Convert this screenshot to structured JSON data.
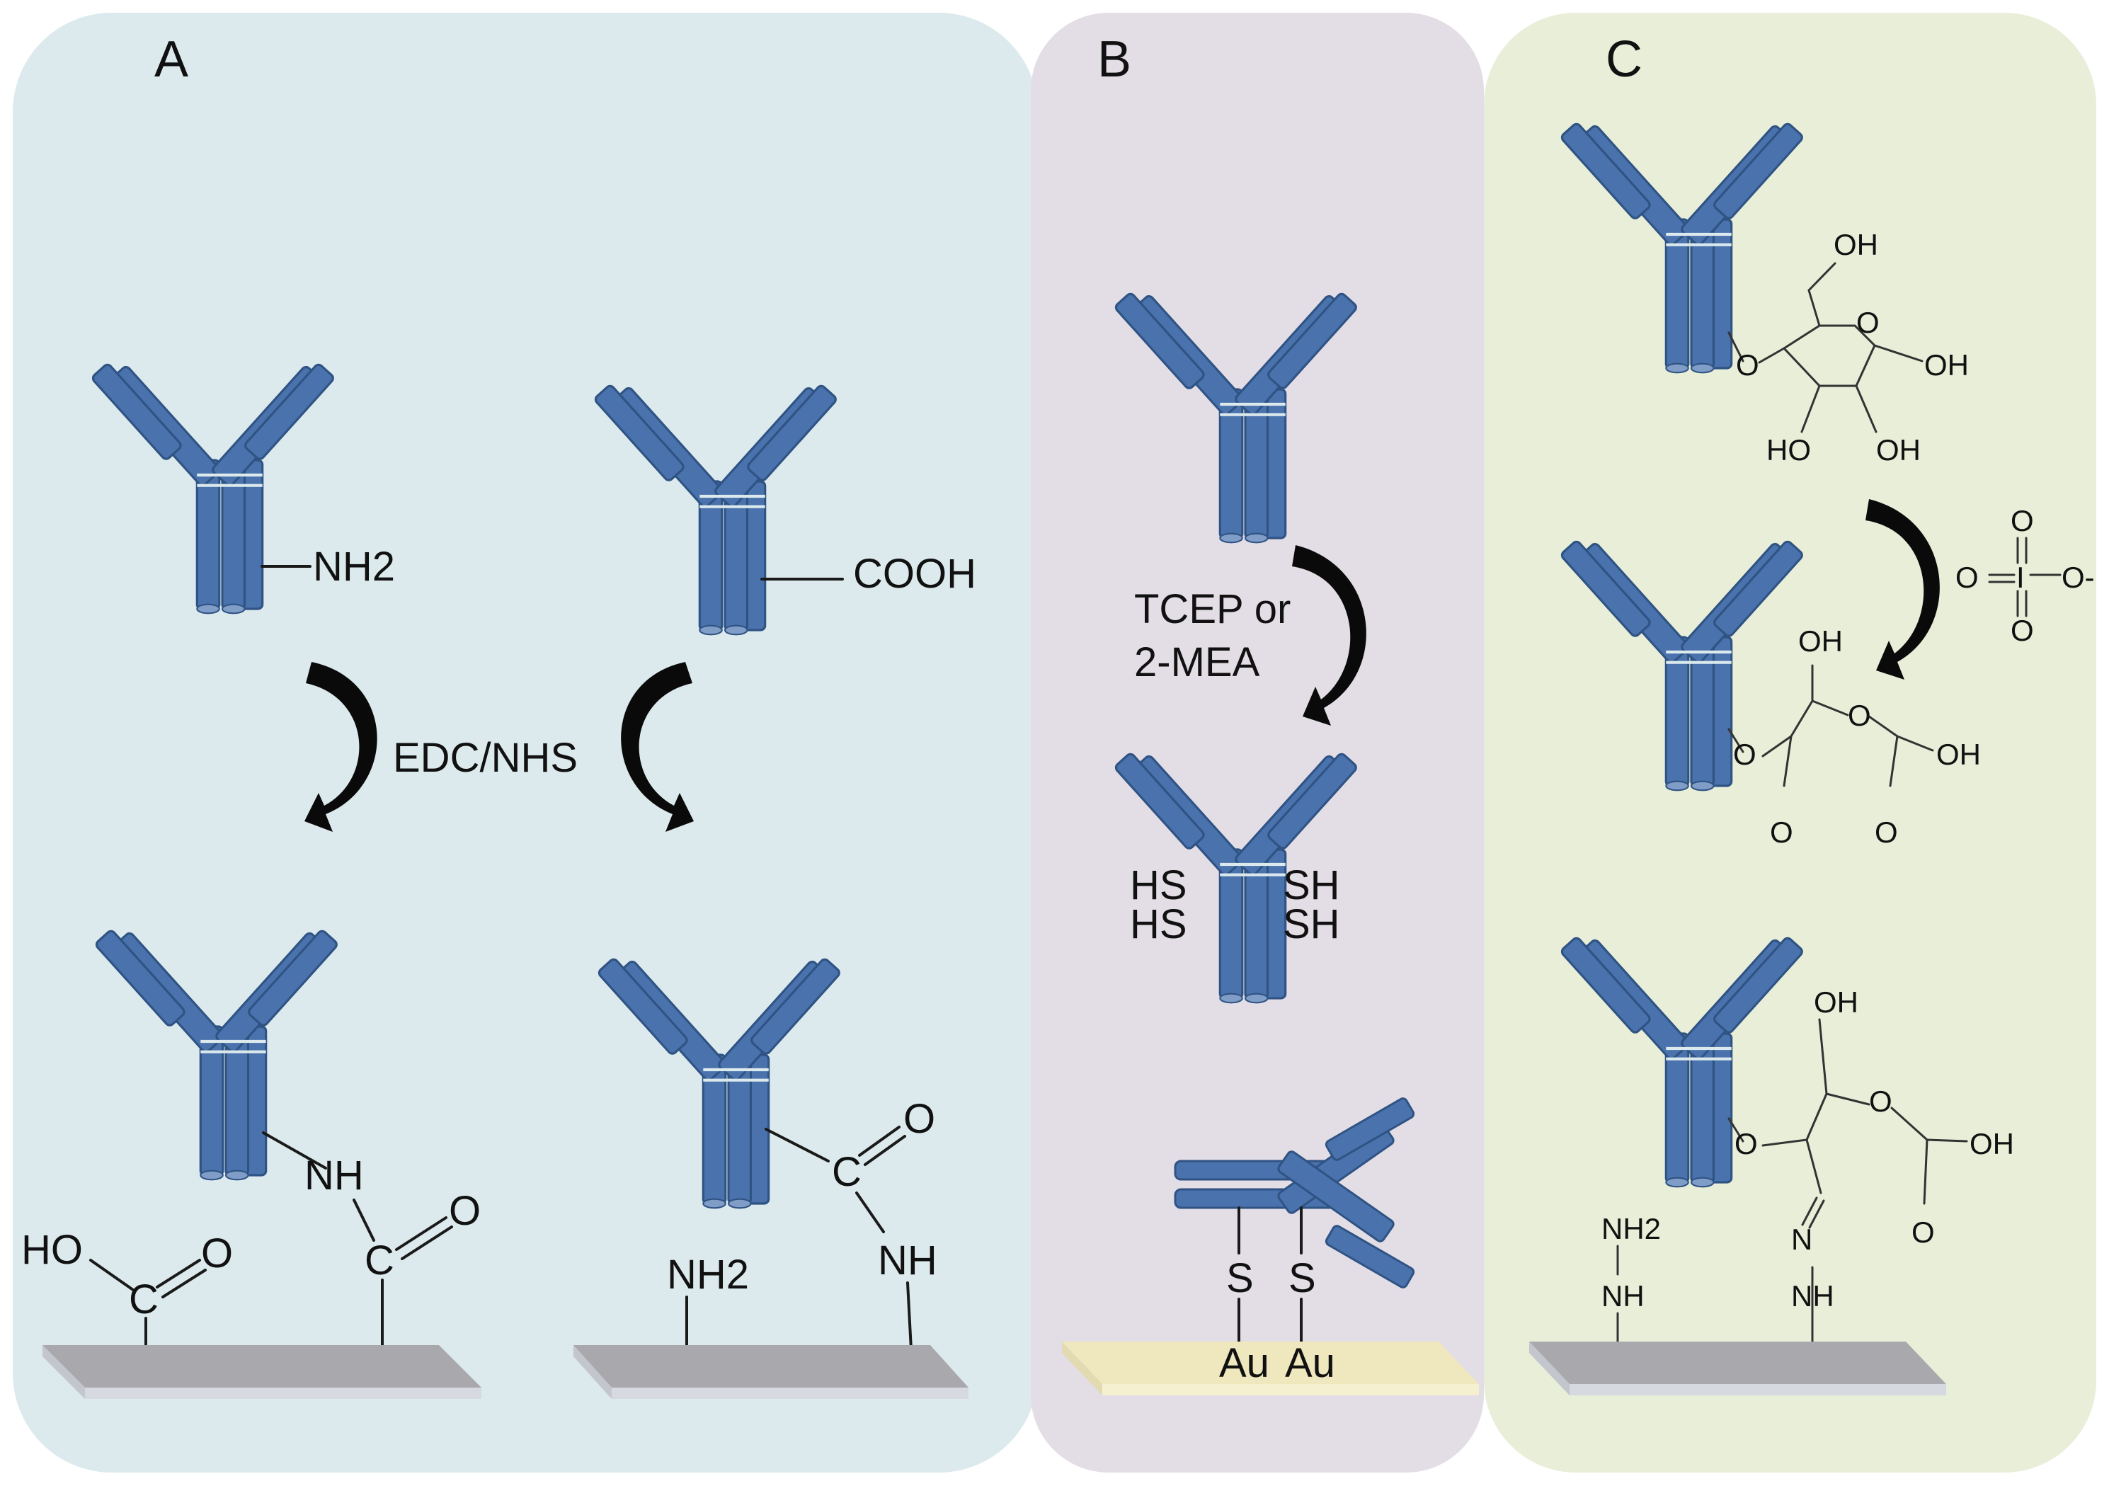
{
  "colors": {
    "panel_a_bg": "#dceaed",
    "panel_b_bg": "#e3dde6",
    "panel_c_bg": "#e8eed8",
    "antibody_fill": "#4a72ad",
    "antibody_stroke": "#2f5383",
    "surface_top": "#a9a9ad",
    "surface_edge": "#d7d9e0",
    "gold_top": "#efe7bd",
    "gold_edge": "#f5f0cf",
    "arrow": "#0a0a0a"
  },
  "panels": {
    "a": {
      "letter": "A",
      "top_left_group": "NH2",
      "top_right_group": "COOH",
      "reagent": "EDC/NHS",
      "bottom_left": {
        "surface_acid": "HO",
        "carbon": "C",
        "oxygen": "O",
        "amide_n": "NH",
        "amide_c": "C",
        "amide_o": "O"
      },
      "bottom_right": {
        "carbon": "C",
        "oxygen": "O",
        "amide_n": "NH",
        "surface_amine": "NH2"
      }
    },
    "b": {
      "letter": "B",
      "reagent_line1": "TCEP or",
      "reagent_line2": "2-MEA",
      "thiol_left": "HS",
      "thiol_right": "SH",
      "sulfur": "S",
      "gold": "Au"
    },
    "c": {
      "letter": "C",
      "sugar_labels": {
        "oh": "OH",
        "ho": "HO",
        "o": "O",
        "oh_right": "OH"
      },
      "periodate": {
        "o": "O",
        "i": "I",
        "o_minus": "O-"
      },
      "hydrazide": {
        "nh2": "NH2",
        "nh": "NH",
        "n": "N"
      }
    }
  }
}
